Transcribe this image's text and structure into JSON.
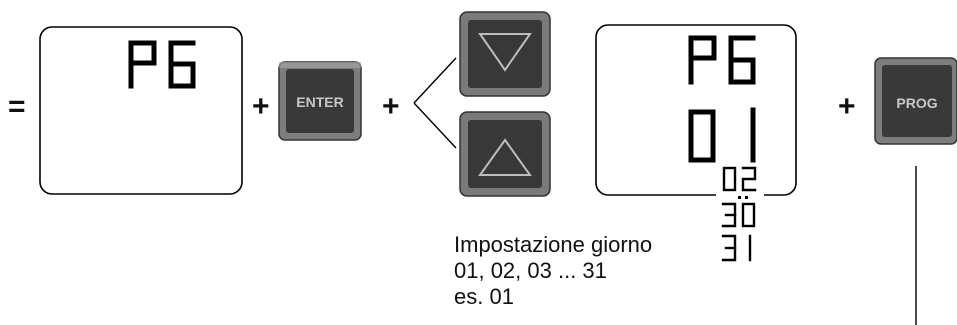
{
  "operators": {
    "equals": "=",
    "plus": "+"
  },
  "screen_left": {
    "code": "P6"
  },
  "screen_right": {
    "code": "P6",
    "value": "01",
    "scroll_values": [
      "02",
      ":",
      "30",
      "31"
    ]
  },
  "buttons": {
    "enter_label": "ENTER",
    "down_label": "▽",
    "up_label": "△",
    "prog_label": "PROG"
  },
  "caption": {
    "line1": "Impostazione giorno",
    "line2": "01, 02, 03 ... 31",
    "line3": "es. 01"
  },
  "colors": {
    "button_face": "#3a3a3a",
    "button_bevel": "#8a8a8a",
    "screen_border": "#000000"
  }
}
